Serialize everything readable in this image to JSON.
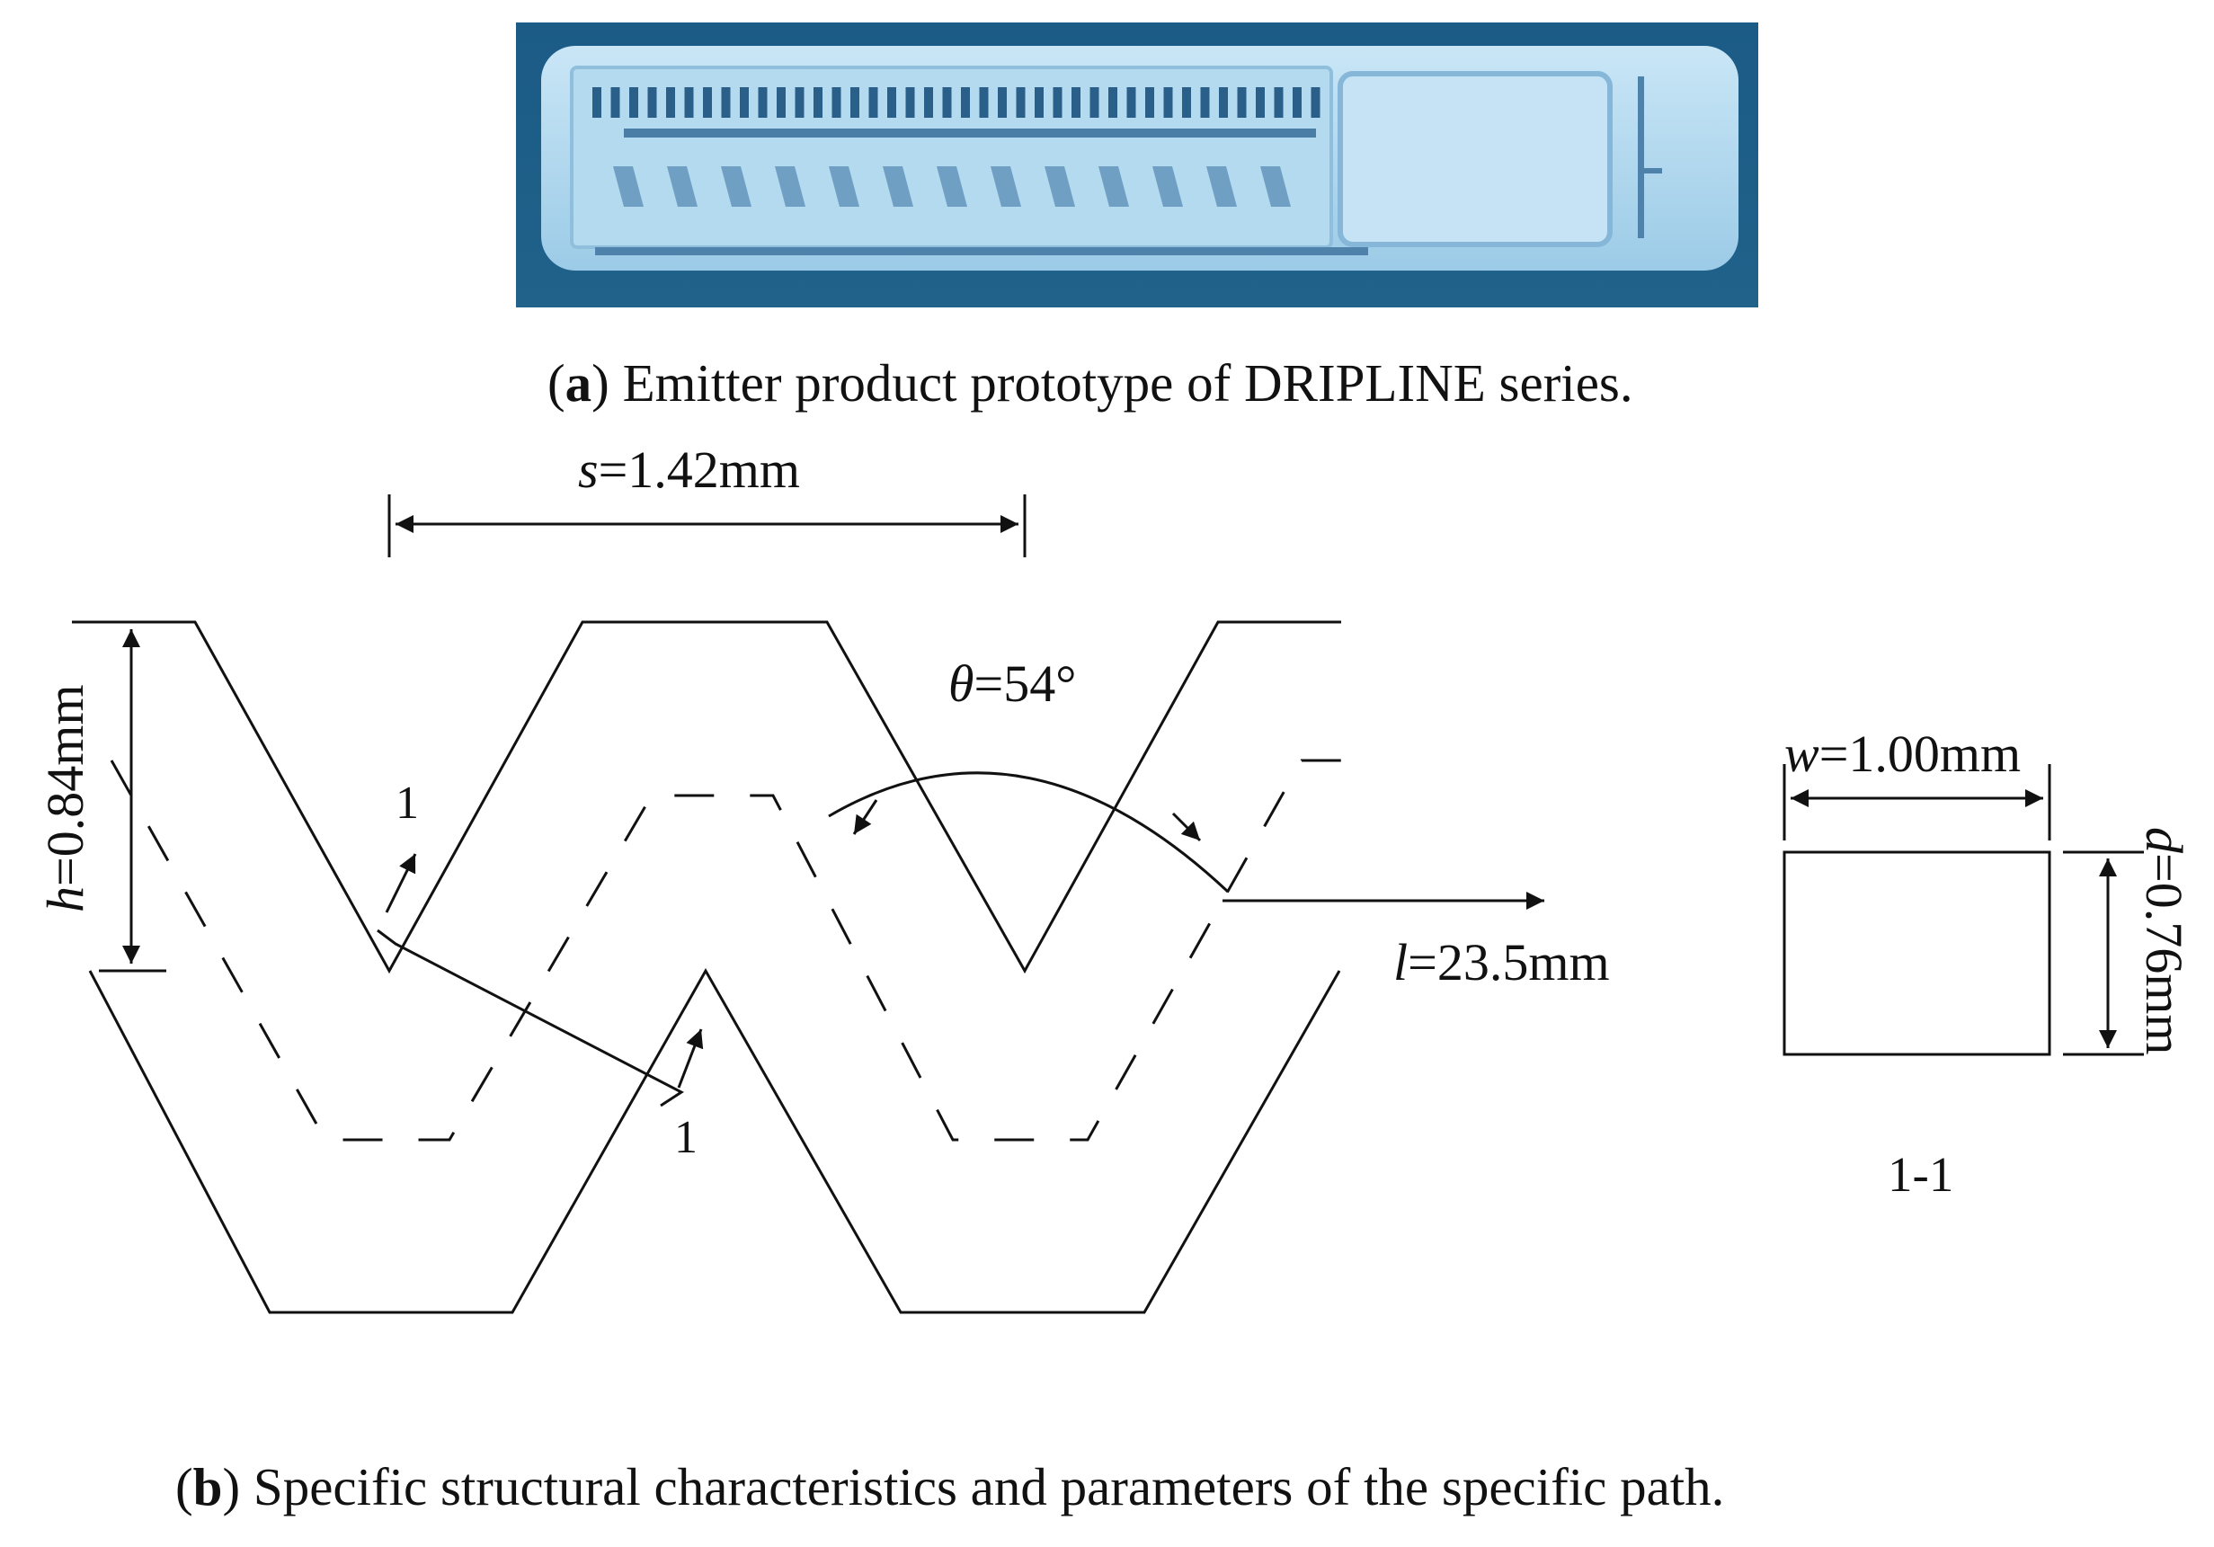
{
  "caption_a": {
    "letter": "a",
    "text": "Emitter product prototype of DRIPLINE series."
  },
  "caption_b": {
    "letter": "b",
    "text": "Specific structural characteristics and parameters of the specific path."
  },
  "dimensions": {
    "s": {
      "symbol": "s",
      "value": "=1.42mm"
    },
    "h": {
      "symbol": "h",
      "value": "=0.84mm"
    },
    "theta": {
      "symbol": "θ",
      "value": "=54°"
    },
    "l": {
      "symbol": "l",
      "value": "=23.5mm"
    },
    "w": {
      "symbol": "w",
      "value": "=1.00mm"
    },
    "d": {
      "symbol": "d",
      "value": "=0.76mm"
    }
  },
  "section": {
    "marker_top": "1",
    "marker_bottom": "1",
    "label": "1-1"
  },
  "colors": {
    "photo_background": "#1e5a82",
    "emitter_body": "#a9d3ec",
    "line": "#111111"
  }
}
